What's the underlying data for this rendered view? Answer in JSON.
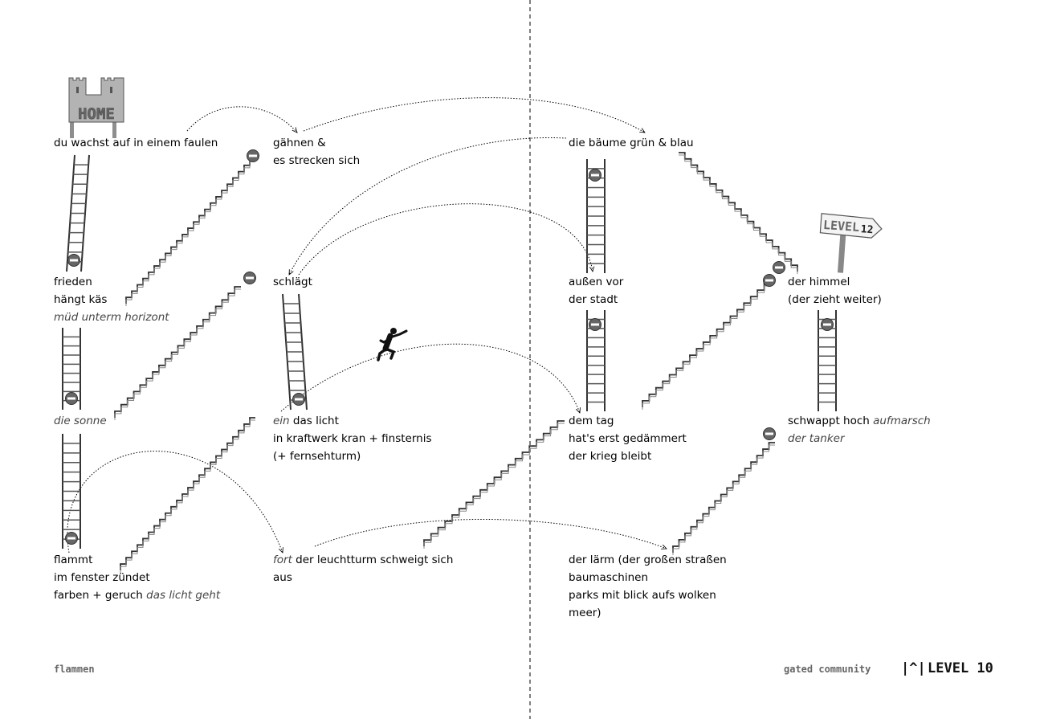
{
  "home_sign": "HOME",
  "level_sign": {
    "word": "LEVEL",
    "num": "12"
  },
  "texts": {
    "t1": "du wachst auf in einem faulen",
    "t2a": "gähnen &",
    "t2b": "es strecken sich",
    "t3": "die bäume grün & blau",
    "t4a": "frieden",
    "t4b": "hängt käs",
    "t4c": "müd unterm horizont",
    "t5": "schlägt",
    "t6a": "außen vor",
    "t6b": "der stadt",
    "t7a": "der himmel",
    "t7b": "(der zieht weiter)",
    "t8": "die sonne",
    "t9a_i": "ein",
    "t9a": " das licht",
    "t9b": "in kraftwerk kran + finsternis",
    "t9c": "(+ fernsehturm)",
    "t10a": "dem tag",
    "t10b": "hat's erst gedämmert",
    "t10c": "der krieg bleibt",
    "t11a": "schwappt hoch ",
    "t11a_i": "aufmarsch",
    "t11b": "der tanker",
    "t12a": "flammt",
    "t12b": "im fenster zündet",
    "t12c": "farben + geruch ",
    "t12c_i": "das licht geht",
    "t13a_i": "fort",
    "t13a": " der leuchtturm schweigt sich",
    "t13b": "aus",
    "t14a": "der lärm (der großen straßen",
    "t14b": "baumaschinen",
    "t14c": "parks mit blick aufs wolken",
    "t14d": "meer)"
  },
  "footer": {
    "left": "flammen",
    "right": "gated community",
    "symbol": "|^|",
    "level": "LEVEL 10"
  },
  "colors": {
    "ink": "#000000",
    "sign_gray": "#a9a9a9",
    "stop_red": "#c04040",
    "muted": "#444444"
  }
}
